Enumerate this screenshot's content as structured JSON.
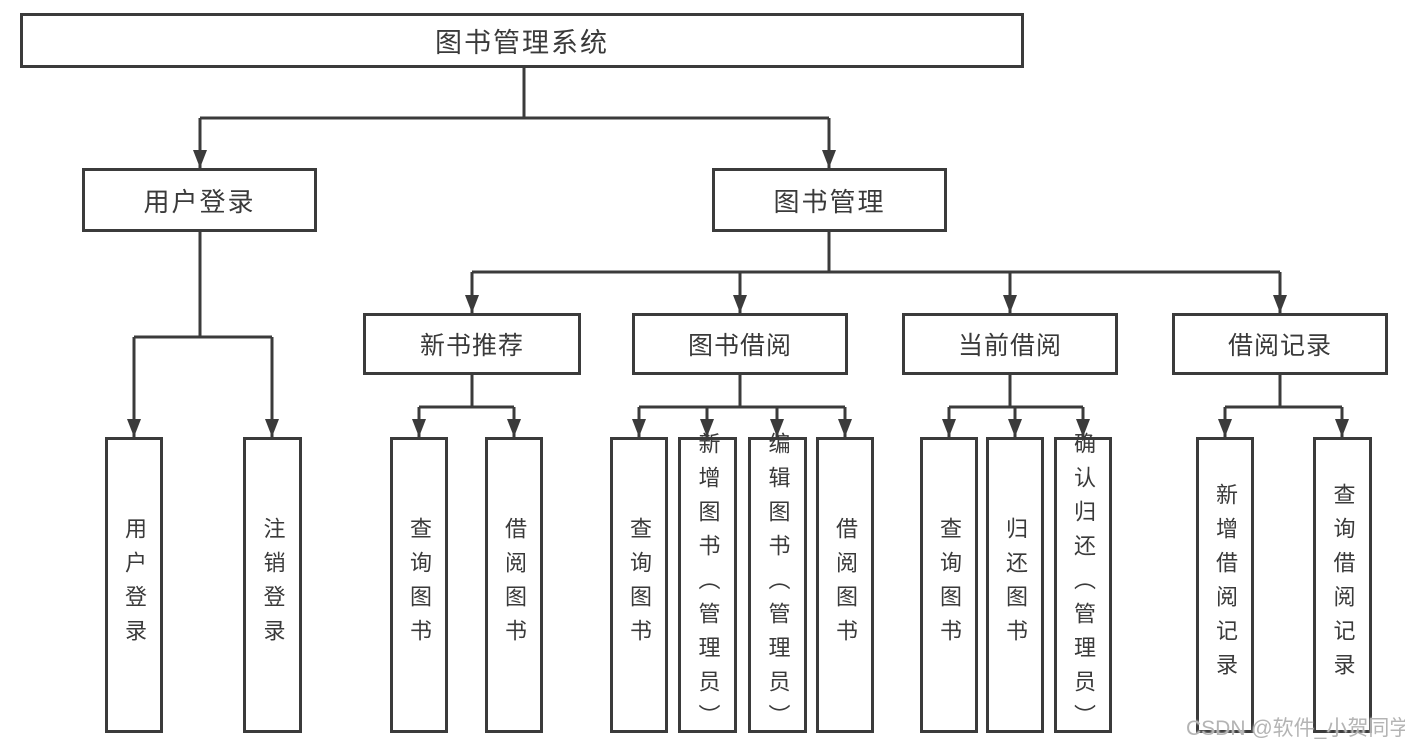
{
  "tree": {
    "label": "图书管理系统",
    "children": [
      {
        "label": "用户登录",
        "children": [
          {
            "label": "用户登录"
          },
          {
            "label": "注销登录"
          }
        ]
      },
      {
        "label": "图书管理",
        "children": [
          {
            "label": "新书推荐",
            "children": [
              {
                "label": "查询图书"
              },
              {
                "label": "借阅图书"
              }
            ]
          },
          {
            "label": "图书借阅",
            "children": [
              {
                "label": "查询图书"
              },
              {
                "label": "新增图书（管理员）"
              },
              {
                "label": "编辑图书（管理员）"
              },
              {
                "label": "借阅图书"
              }
            ]
          },
          {
            "label": "当前借阅",
            "children": [
              {
                "label": "查询图书"
              },
              {
                "label": "归还图书"
              },
              {
                "label": "确认归还（管理员）"
              }
            ]
          },
          {
            "label": "借阅记录",
            "children": [
              {
                "label": "新增借阅记录"
              },
              {
                "label": "查询借阅记录"
              }
            ]
          }
        ]
      }
    ]
  },
  "colors": {
    "line": "#3b3b3b",
    "text": "#3a3a3a",
    "watermark": "#b4b4b4",
    "background": "#ffffff"
  },
  "watermark": "CSDN @软件_小贺同学"
}
